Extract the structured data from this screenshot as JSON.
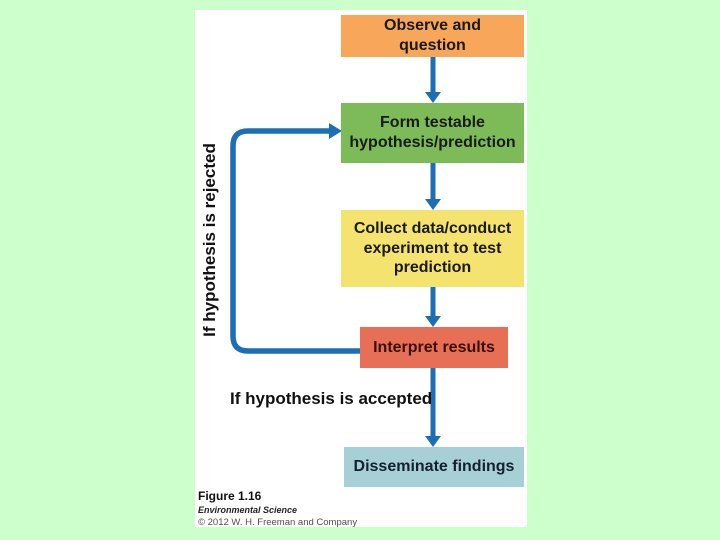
{
  "colors": {
    "page_bg": "#ccffcc",
    "panel_bg": "#ffffff",
    "arrow": "#1c6fb5",
    "observe_box": "#f7a65a",
    "hypothesis_box": "#7cbb58",
    "collect_box": "#f5e370",
    "interpret_box": "#e66f56",
    "disseminate_box": "#a7cfd6"
  },
  "flowchart": {
    "nodes": [
      {
        "id": "observe",
        "label": "Observe and question"
      },
      {
        "id": "hypothesis",
        "label": "Form testable hypothesis/prediction"
      },
      {
        "id": "collect",
        "label": "Collect data/conduct experiment to test prediction"
      },
      {
        "id": "interpret",
        "label": "Interpret results"
      },
      {
        "id": "disseminate",
        "label": "Disseminate findings"
      }
    ],
    "edge_labels": {
      "rejected": "If hypothesis is rejected",
      "accepted": "If hypothesis is accepted"
    }
  },
  "caption": {
    "figure": "Figure 1.16",
    "source": "Environmental Science",
    "copyright": "© 2012 W. H. Freeman and Company"
  }
}
